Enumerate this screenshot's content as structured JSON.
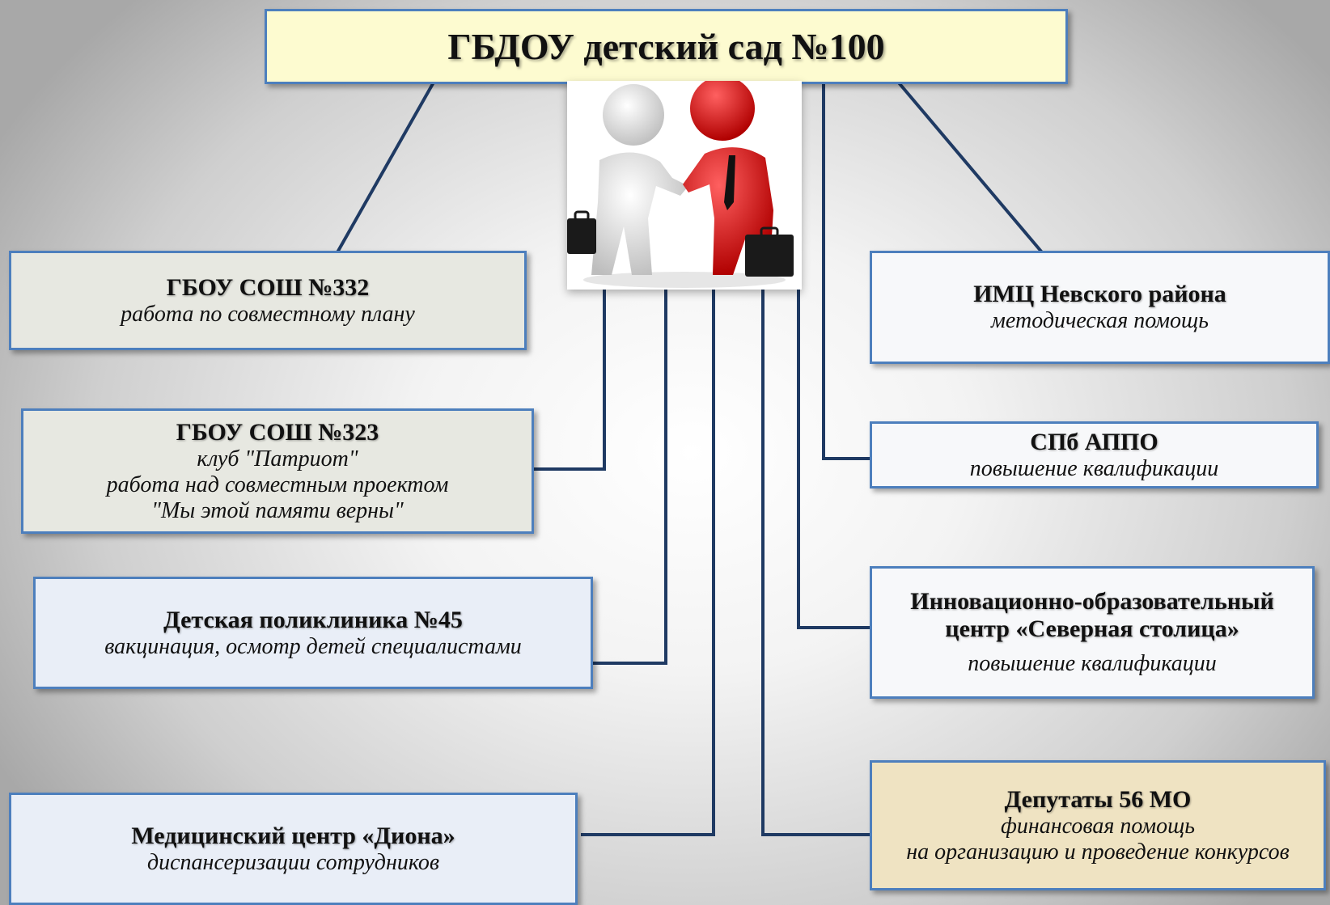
{
  "center": {
    "title": "ГБДОУ детский сад №100"
  },
  "image": {
    "icon": "handshake-illustration-icon"
  },
  "partners": {
    "sosh332": {
      "title": "ГБОУ СОШ №332",
      "lines": [
        "работа по совместному плану"
      ]
    },
    "sosh323": {
      "title": "ГБОУ СОШ №323",
      "lines": [
        "клуб \"Патриот\"",
        "работа над совместным проектом",
        "\"Мы этой памяти верны\""
      ]
    },
    "polyclinic45": {
      "title": "Детская поликлиника №45",
      "lines": [
        "вакцинация, осмотр детей специалистами"
      ]
    },
    "diona": {
      "title": "Медицинский центр «Диона»",
      "lines": [
        "диспансеризации сотрудников"
      ]
    },
    "imc": {
      "title": "ИМЦ Невского района",
      "lines": [
        "методическая помощь"
      ]
    },
    "appo": {
      "title": "СПб АППО",
      "lines": [
        "повышение квалификации"
      ]
    },
    "northern_capital": {
      "title_lines": [
        "Инновационно-образовательный",
        "центр «Северная столица»"
      ],
      "lines": [
        "повышение квалификации"
      ]
    },
    "deputies": {
      "title": "Депутаты 56 МО",
      "lines": [
        "финансовая помощь",
        "на организацию и проведение конкурсов"
      ]
    }
  },
  "colors": {
    "connector": "#1f3a63",
    "box_border": "#4d7fbd",
    "center_fill": "#fdfbd0",
    "gray_fill": "#e7e8e1",
    "blue_fill": "#e9eef7",
    "white_fill": "#f7f8fa",
    "tan_fill": "#efe3c2"
  }
}
